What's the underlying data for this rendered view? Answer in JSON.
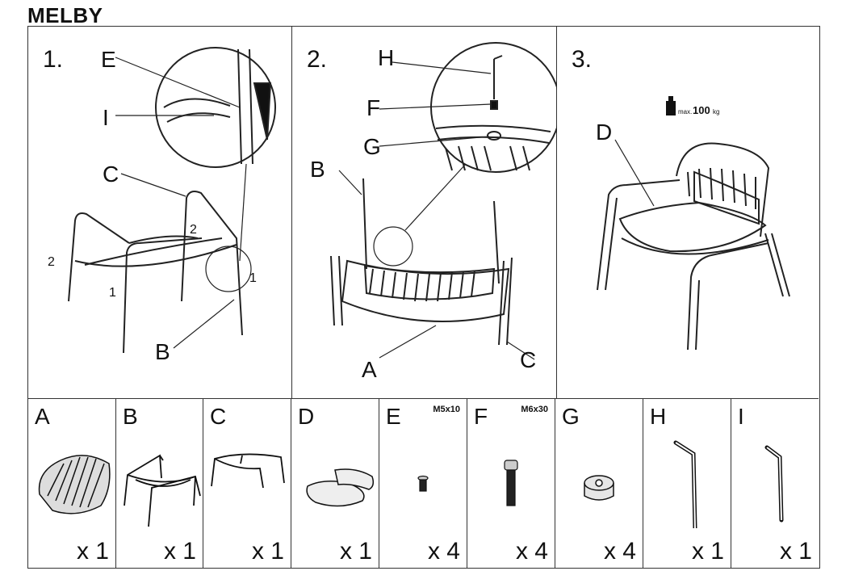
{
  "title": "MELBY",
  "steps": [
    {
      "number": "1.",
      "labels": [
        "E",
        "I",
        "C",
        "B"
      ],
      "marks": [
        "2",
        "2",
        "1",
        "1"
      ]
    },
    {
      "number": "2.",
      "labels": [
        "H",
        "F",
        "G",
        "B",
        "A",
        "C"
      ]
    },
    {
      "number": "3.",
      "labels": [
        "D"
      ],
      "weight_prefix": "max.",
      "weight_value": "100",
      "weight_unit": "kg"
    }
  ],
  "parts": [
    {
      "letter": "A",
      "spec": "",
      "qty": "x 1",
      "icon": "seat-shell-icon"
    },
    {
      "letter": "B",
      "spec": "",
      "qty": "x 1",
      "icon": "front-frame-icon"
    },
    {
      "letter": "C",
      "spec": "",
      "qty": "x 1",
      "icon": "back-frame-icon"
    },
    {
      "letter": "D",
      "spec": "",
      "qty": "x 1",
      "icon": "cushion-icon"
    },
    {
      "letter": "E",
      "spec": "M5x10",
      "qty": "x 4",
      "icon": "short-bolt-icon"
    },
    {
      "letter": "F",
      "spec": "M6x30",
      "qty": "x 4",
      "icon": "long-bolt-icon"
    },
    {
      "letter": "G",
      "spec": "",
      "qty": "x 4",
      "icon": "washer-icon"
    },
    {
      "letter": "H",
      "spec": "",
      "qty": "x 1",
      "icon": "large-allen-key-icon"
    },
    {
      "letter": "I",
      "spec": "",
      "qty": "x 1",
      "icon": "small-allen-key-icon"
    }
  ]
}
